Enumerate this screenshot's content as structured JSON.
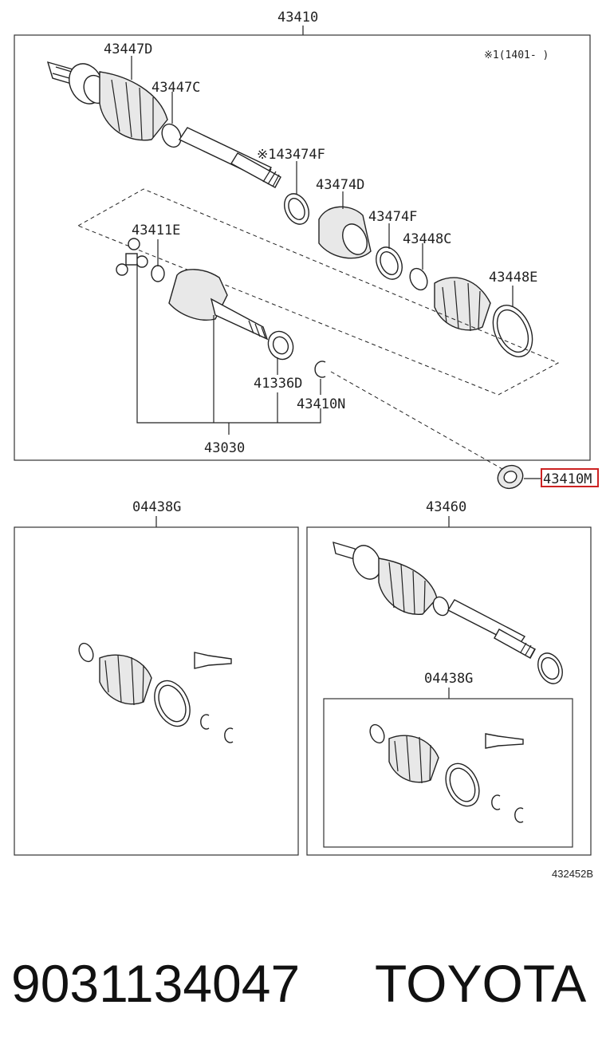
{
  "labels": {
    "assy_top": "43410",
    "note": "※1(1401-   )",
    "p43447D": "43447D",
    "p43447C": "43447C",
    "p43474F_star": "※143474F",
    "p43474D": "43474D",
    "p43474F": "43474F",
    "p43448C": "43448C",
    "p43448E": "43448E",
    "p43411E": "43411E",
    "p41336D": "41336D",
    "p43410N": "43410N",
    "p43030": "43030",
    "p43410M": "43410M",
    "p04438G_left": "04438G",
    "p43460": "43460",
    "p04438G_right": "04438G",
    "diagram_ref": "432452B"
  },
  "highlight_color": "#cc2222",
  "footer": {
    "part_number": "9031134047",
    "brand": "TOYOTA"
  }
}
